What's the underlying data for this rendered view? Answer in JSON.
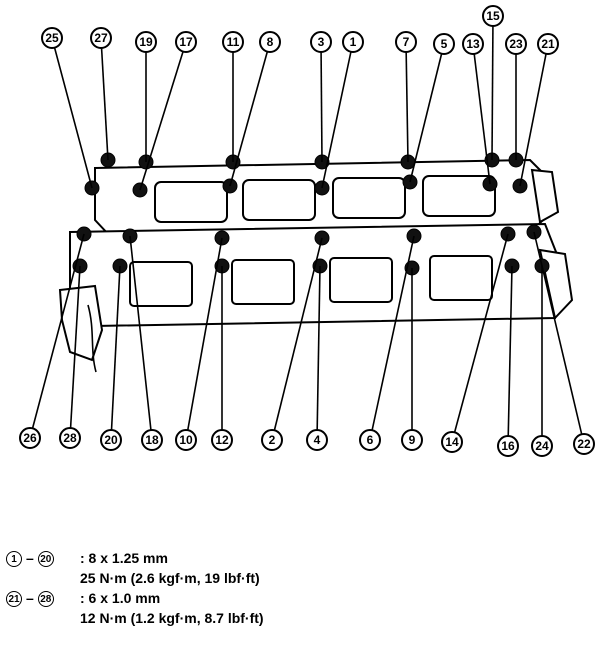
{
  "diagram": {
    "callouts_top": [
      "25",
      "27",
      "19",
      "17",
      "11",
      "8",
      "3",
      "1",
      "7",
      "5",
      "13",
      "15",
      "23",
      "21"
    ],
    "callouts_bottom": [
      "26",
      "28",
      "20",
      "18",
      "10",
      "12",
      "2",
      "4",
      "6",
      "9",
      "14",
      "16",
      "24",
      "22"
    ]
  },
  "legend": {
    "row1": {
      "from": "1",
      "to": "20",
      "spec": ": 8 x 1.25 mm",
      "torque": "25 N·m (2.6 kgf·m, 19 lbf·ft)"
    },
    "row2": {
      "from": "21",
      "to": "28",
      "spec": ": 6 x 1.0 mm",
      "torque": "12 N·m (1.2 kgf·m, 8.7 lbf·ft)"
    }
  }
}
